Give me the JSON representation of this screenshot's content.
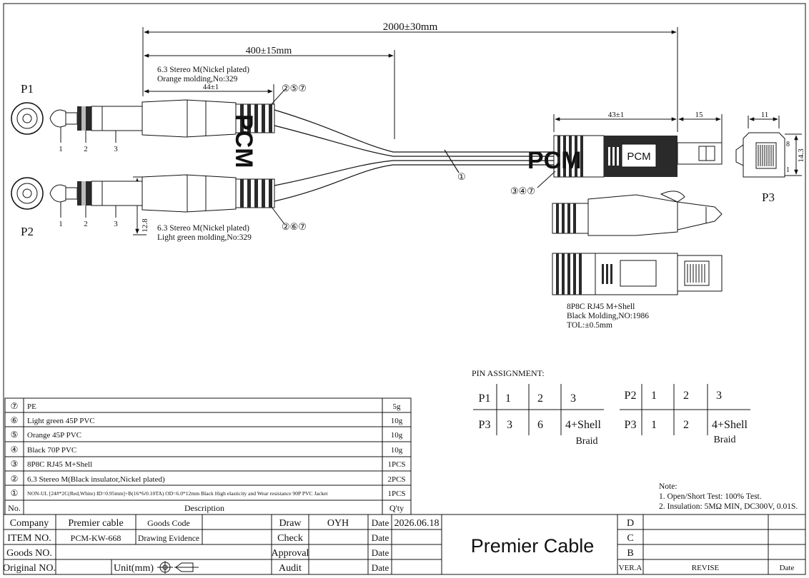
{
  "dimensions": {
    "total_length": "2000±30mm",
    "split_length": "400±15mm",
    "plug_length": "44±1",
    "plug_diameter": "12.8",
    "rj45_length": "43±1",
    "rj45_tip": "15",
    "rj45_width": "11",
    "rj45_height": "14.3"
  },
  "connectors": {
    "p1_label": "P1",
    "p2_label": "P2",
    "p3_label": "P3",
    "p1_callout": "②⑤⑦",
    "p2_callout": "②⑥⑦",
    "p3_callout": "③④⑦",
    "cable_callout": "①",
    "p1_note_line1": "6.3 Stereo M(Nickel plated)",
    "p1_note_line2": "Orange molding,No:329",
    "p2_note_line1": "6.3 Stereo M(Nickel plated)",
    "p2_note_line2": "Light green molding,No:329",
    "rj45_note_line1": "8P8C RJ45 M+Shell",
    "rj45_note_line2": "Black Molding,NO:1986",
    "rj45_note_line3": "TOL:±0.5mm",
    "rj45_body_text": "PCM",
    "pin_1": "1",
    "pin_2": "2",
    "pin_3": "3",
    "rj45_pin_8": "8",
    "rj45_pin_1": "1",
    "watermark": "PCM"
  },
  "pin_assignment": {
    "title": "PIN ASSIGNMENT:",
    "left": {
      "row1": [
        "P1",
        "1",
        "2",
        "3"
      ],
      "row2": [
        "P3",
        "3",
        "6",
        "4+Shell"
      ],
      "braid": "Braid"
    },
    "right": {
      "row1": [
        "P2",
        "1",
        "2",
        "3"
      ],
      "row2": [
        "P3",
        "1",
        "2",
        "4+Shell"
      ],
      "braid": "Braid"
    }
  },
  "bom": {
    "rows": [
      {
        "no": "⑦",
        "desc": "PE",
        "qty": "5g"
      },
      {
        "no": "⑥",
        "desc": "Light green 45P PVC",
        "qty": "10g"
      },
      {
        "no": "⑤",
        "desc": "Orange 45P PVC",
        "qty": "10g"
      },
      {
        "no": "④",
        "desc": "Black 70P PVC",
        "qty": "10g"
      },
      {
        "no": "③",
        "desc": "8P8C RJ45 M+Shell",
        "qty": "1PCS"
      },
      {
        "no": "②",
        "desc": "6.3 Stereo M(Black insulator,Nickel plated)",
        "qty": "2PCS"
      },
      {
        "no": "①",
        "desc": "NON-UL [24#*2C(Red,White) ID=0.95mm]+B(16*6/0.10TA) OD=6.0*12mm Black High elasticity and Wear resistance 90P PVC Jacket",
        "qty": "1PCS"
      }
    ],
    "header": {
      "no": "No.",
      "desc": "Description",
      "qty": "Q'ty"
    }
  },
  "notes": {
    "title": "Note:",
    "line1": "1. Open/Short Test: 100% Test.",
    "line2": "2. Insulation: 5MΩ MIN, DC300V, 0.01S."
  },
  "title_block": {
    "company_label": "Company",
    "company_value": "Premier cable",
    "goods_code_label": "Goods Code",
    "item_no_label": "ITEM NO.",
    "item_no_value": "PCM-KW-668",
    "drawing_evidence_label": "Drawing Evidence",
    "goods_no_label": "Goods NO.",
    "original_no_label": "Original NO.",
    "unit_label": "Unit(mm)",
    "draw_label": "Draw",
    "draw_value": "OYH",
    "check_label": "Check",
    "approval_label": "Approval",
    "audit_label": "Audit",
    "date_label": "Date",
    "date_value": "2026.06.18",
    "brand": "Premier Cable",
    "rev_d": "D",
    "rev_c": "C",
    "rev_b": "B",
    "ver_label": "VER.A",
    "revise_label": "REVISE",
    "rev_date_label": "Date"
  },
  "colors": {
    "line": "#111111",
    "watermark": "#f08a1e",
    "plug_dark": "#2a2a2a"
  }
}
